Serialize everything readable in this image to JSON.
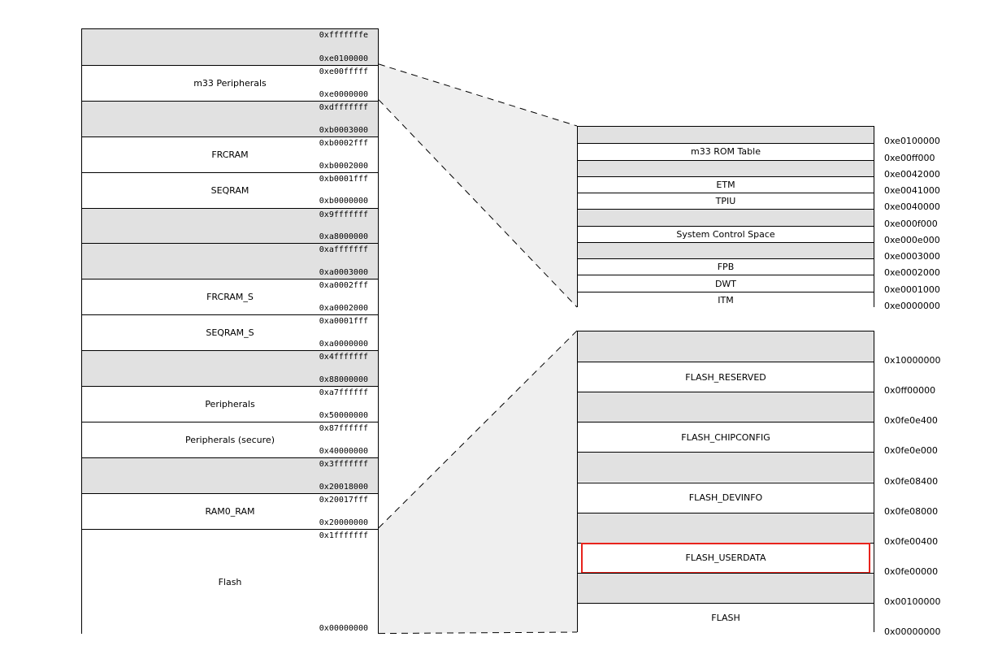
{
  "colors": {
    "reserved": "#e1e1e1",
    "used": "#ffffff",
    "highlight": "#e8231c",
    "line": "#000000",
    "zoom": "#efefef"
  },
  "main_map": {
    "regions": [
      {
        "label": "",
        "top": "0xfffffffe",
        "bottom": "0xe0100000",
        "reserved": true
      },
      {
        "label": "m33 Peripherals",
        "top": "0xe00fffff",
        "bottom": "0xe0000000",
        "reserved": false
      },
      {
        "label": "",
        "top": "0xdfffffff",
        "bottom": "0xb0003000",
        "reserved": true
      },
      {
        "label": "FRCRAM",
        "top": "0xb0002fff",
        "bottom": "0xb0002000",
        "reserved": false
      },
      {
        "label": "SEQRAM",
        "top": "0xb0001fff",
        "bottom": "0xb0000000",
        "reserved": false
      },
      {
        "label": "",
        "top": "0x9fffffff",
        "bottom": "0xa8000000",
        "reserved": true
      },
      {
        "label": "",
        "top": "0xafffffff",
        "bottom": "0xa0003000",
        "reserved": true
      },
      {
        "label": "FRCRAM_S",
        "top": "0xa0002fff",
        "bottom": "0xa0002000",
        "reserved": false
      },
      {
        "label": "SEQRAM_S",
        "top": "0xa0001fff",
        "bottom": "0xa0000000",
        "reserved": false
      },
      {
        "label": "",
        "top": "0x4fffffff",
        "bottom": "0x88000000",
        "reserved": true
      },
      {
        "label": "Peripherals",
        "top": "0xa7ffffff",
        "bottom": "0x50000000",
        "reserved": false
      },
      {
        "label": "Peripherals (secure)",
        "top": "0x87ffffff",
        "bottom": "0x40000000",
        "reserved": false
      },
      {
        "label": "",
        "top": "0x3fffffff",
        "bottom": "0x20018000",
        "reserved": true
      },
      {
        "label": "RAM0_RAM",
        "top": "0x20017fff",
        "bottom": "0x20000000",
        "reserved": false
      },
      {
        "label": "Flash",
        "top": "0x1fffffff",
        "bottom": "0x00000000",
        "reserved": false
      }
    ]
  },
  "m33_map": {
    "regions": [
      {
        "label": "",
        "reserved": true
      },
      {
        "label": "m33 ROM Table",
        "reserved": false
      },
      {
        "label": "",
        "reserved": true
      },
      {
        "label": "ETM",
        "reserved": false
      },
      {
        "label": "TPIU",
        "reserved": false
      },
      {
        "label": "",
        "reserved": true
      },
      {
        "label": "System Control Space",
        "reserved": false
      },
      {
        "label": "",
        "reserved": true
      },
      {
        "label": "FPB",
        "reserved": false
      },
      {
        "label": "DWT",
        "reserved": false
      },
      {
        "label": "ITM",
        "reserved": false
      }
    ],
    "addresses": [
      "0xe0100000",
      "0xe00ff000",
      "0xe0042000",
      "0xe0041000",
      "0xe0040000",
      "0xe000f000",
      "0xe000e000",
      "0xe0003000",
      "0xe0002000",
      "0xe0001000",
      "0xe0000000"
    ]
  },
  "flash_map": {
    "regions": [
      {
        "label": "",
        "reserved": true
      },
      {
        "label": "FLASH_RESERVED",
        "reserved": false
      },
      {
        "label": "",
        "reserved": true
      },
      {
        "label": "FLASH_CHIPCONFIG",
        "reserved": false
      },
      {
        "label": "",
        "reserved": true
      },
      {
        "label": "FLASH_DEVINFO",
        "reserved": false
      },
      {
        "label": "",
        "reserved": true
      },
      {
        "label": "FLASH_USERDATA",
        "reserved": false,
        "highlighted": true
      },
      {
        "label": "",
        "reserved": true
      },
      {
        "label": "FLASH",
        "reserved": false
      }
    ],
    "addresses": [
      "0x10000000",
      "0x0ff00000",
      "0x0fe0e400",
      "0x0fe0e000",
      "0x0fe08400",
      "0x0fe08000",
      "0x0fe00400",
      "0x0fe00000",
      "0x00100000",
      "0x00000000"
    ]
  }
}
